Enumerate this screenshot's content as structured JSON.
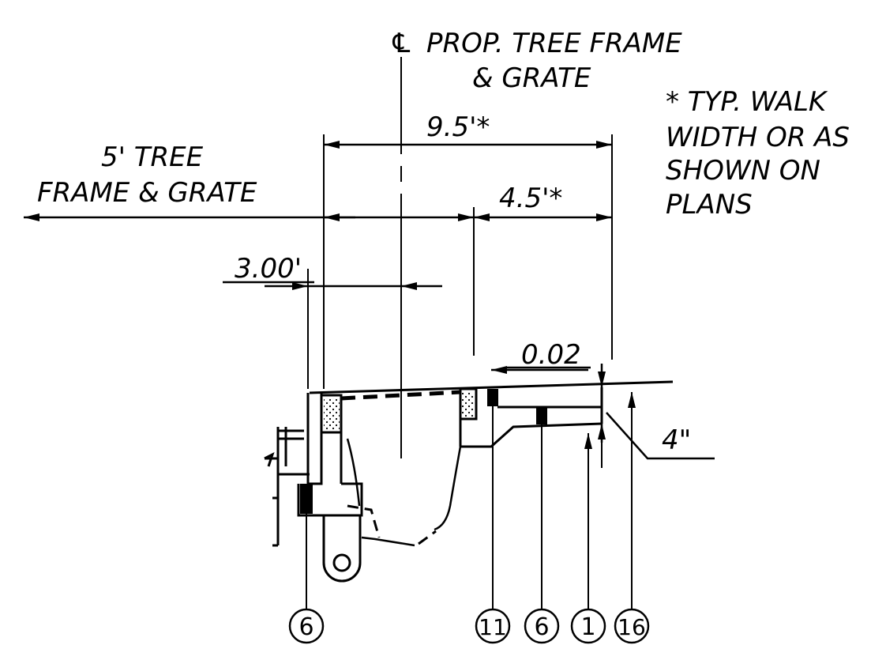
{
  "labels": {
    "centerline_symbol": "℄",
    "prop_tree_frame_line1": "PROP. TREE FRAME",
    "prop_tree_frame_line2": "& GRATE",
    "typ_walk_line1": "* TYP. WALK",
    "typ_walk_line2": "WIDTH OR AS",
    "typ_walk_line3": "SHOWN ON",
    "typ_walk_line4": "PLANS",
    "tree_frame_line1": "5' TREE",
    "tree_frame_line2": "FRAME & GRATE",
    "dim_walk_width": "9.5'*",
    "dim_half_width": "4.5'*",
    "dim_offset": "3.00'",
    "dim_slope": "0.02",
    "dim_thickness": "4\""
  },
  "callouts": [
    "6",
    "11",
    "6",
    "1",
    "16"
  ]
}
